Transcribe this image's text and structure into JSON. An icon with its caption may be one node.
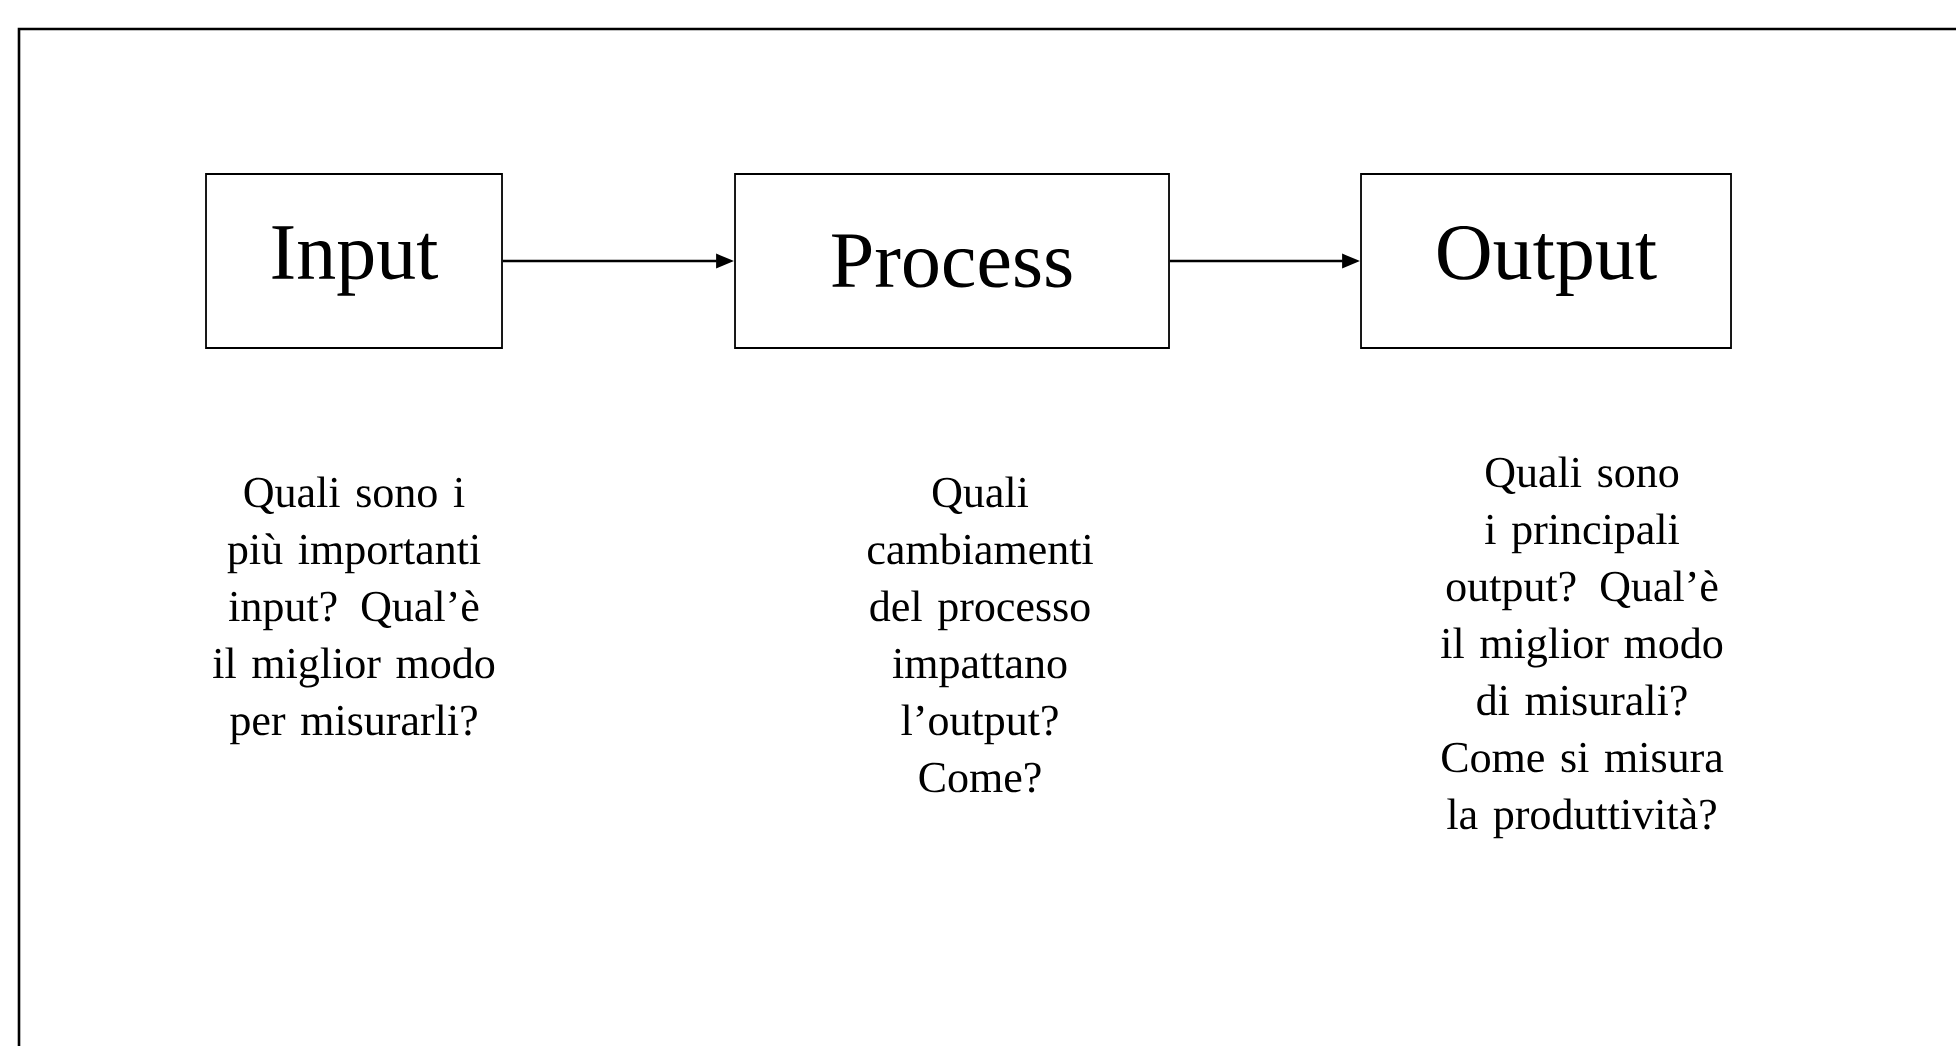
{
  "diagram": {
    "nodes": [
      {
        "text": [
          "Input"
        ],
        "beside": [
          "Quali sono i più importanti input? Qual’è il miglior modo per misurarli?"
        ]
      },
      {
        "text": [
          "Process"
        ],
        "beside": [
          "Quali cambiamenti del processo impattano l’output? Come?"
        ]
      },
      {
        "text": [
          "Output"
        ],
        "beside": [
          "Quali sono i principali output? Qual’è il miglior modo di misurali? Come si misura la produttività?"
        ]
      }
    ],
    "edges": [
      {
        "from": 0,
        "to": 1,
        "arrow": "to"
      },
      {
        "from": 1,
        "to": 2,
        "arrow": "to"
      }
    ]
  }
}
